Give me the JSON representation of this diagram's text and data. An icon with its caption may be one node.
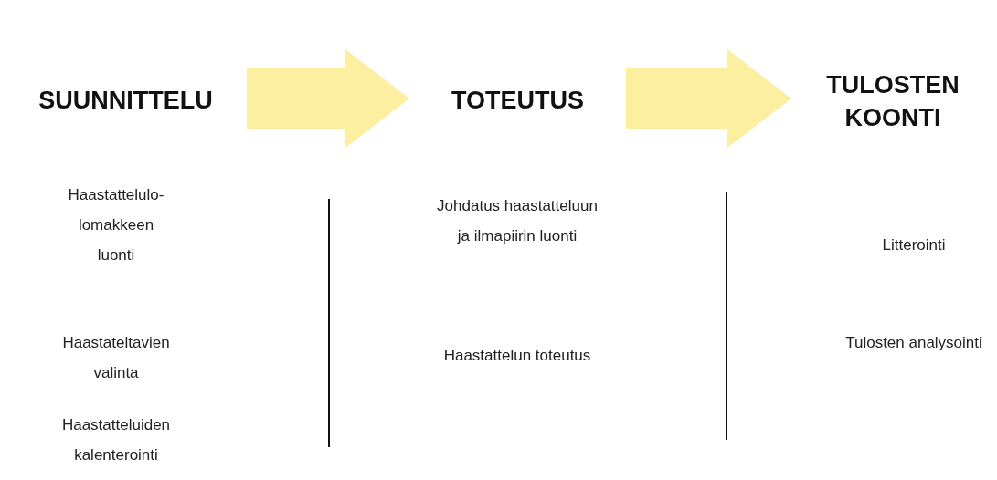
{
  "diagram": {
    "nodes": [
      {
        "text": [
          "SUUNNITTELU"
        ]
      },
      {
        "text": [
          "TOTEUTUS"
        ]
      },
      {
        "text": [
          "TULOSTEN KOONTI"
        ]
      }
    ],
    "edges": [
      {
        "from": 0,
        "to": 1,
        "arrow": "to"
      },
      {
        "from": 1,
        "to": 2,
        "arrow": "to"
      }
    ],
    "labels": [
      "Haastattelulo- lomakkeen luonti",
      "Johdatus haastatteluun ja ilmapiirin luonti",
      "Litterointi",
      "Haastateltavien valinta",
      "Haastattelun toteutus",
      "Tulosten analysointi",
      "Haastatteluiden kalenterointi"
    ]
  }
}
